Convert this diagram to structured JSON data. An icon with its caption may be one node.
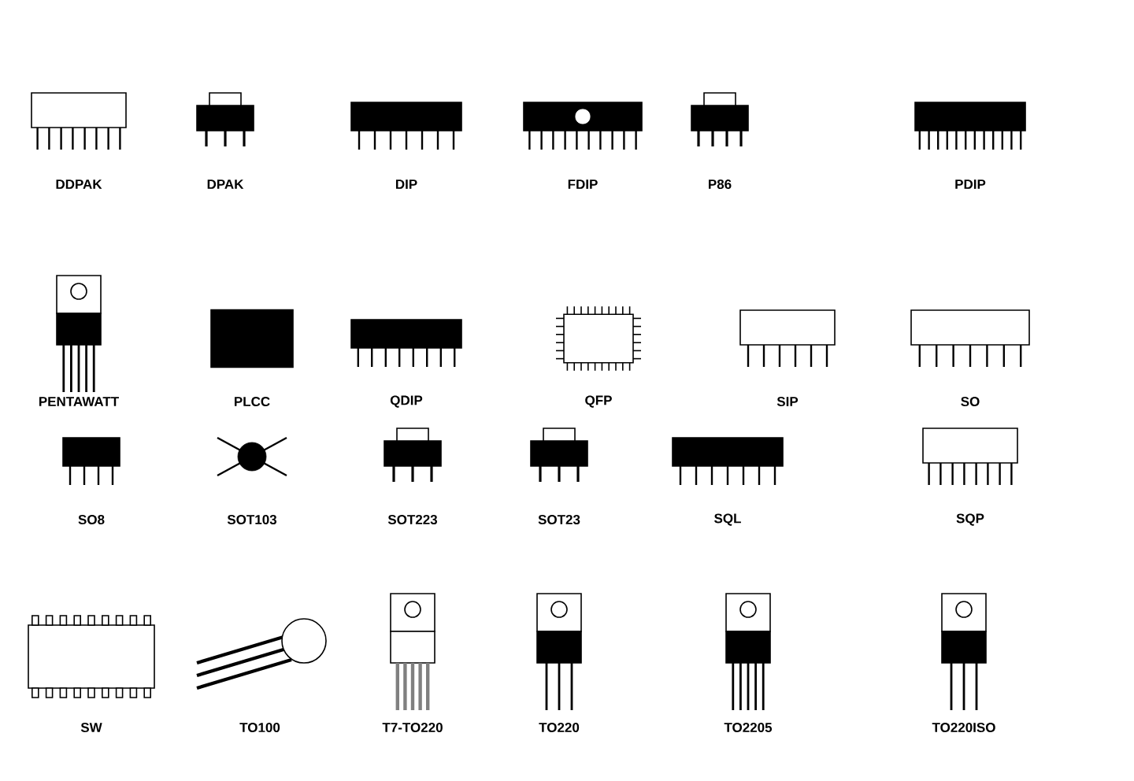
{
  "diagram": {
    "labels": [
      "DDPAK",
      "DPAK",
      "DIP",
      "FDIP",
      "P86",
      "PDIP",
      "PENTAWATT",
      "PLCC",
      "QDIP",
      "QFP",
      "SIP",
      "SO",
      "SO8",
      "SOT103",
      "SOT223",
      "SOT23",
      "SQL",
      "SQP",
      "SW",
      "TO100",
      "T7-TO220",
      "TO220",
      "TO2205",
      "TO220ISO"
    ]
  }
}
